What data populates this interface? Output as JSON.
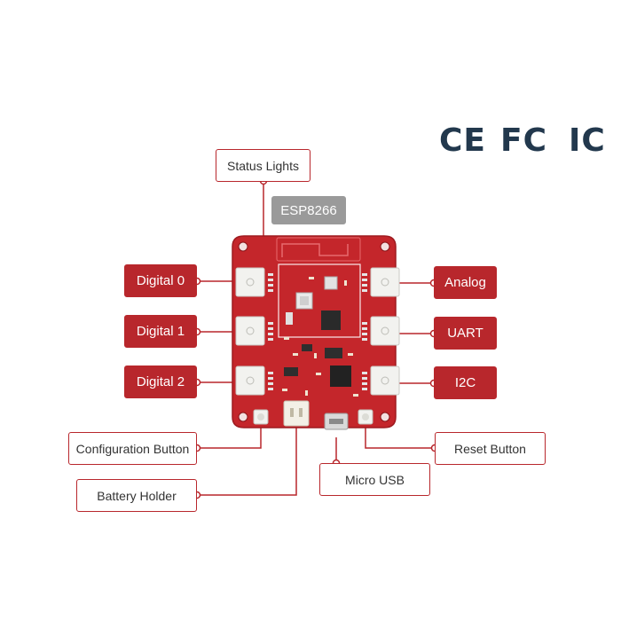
{
  "labels": {
    "status_lights": "Status Lights",
    "esp8266": "ESP8266",
    "digital_0": "Digital 0",
    "digital_1": "Digital 1",
    "digital_2": "Digital 2",
    "analog": "Analog",
    "uart": "UART",
    "i2c": "I2C",
    "configuration_button": "Configuration Button",
    "reset_button": "Reset Button",
    "micro_usb": "Micro USB",
    "battery_holder": "Battery Holder"
  },
  "certifications": [
    "CE",
    "FC",
    "IC"
  ],
  "colors": {
    "accent_red": "#b8272c",
    "board_red": "#c4262b",
    "certification_navy": "#22384d",
    "module_gray": "#9a9a9a"
  }
}
